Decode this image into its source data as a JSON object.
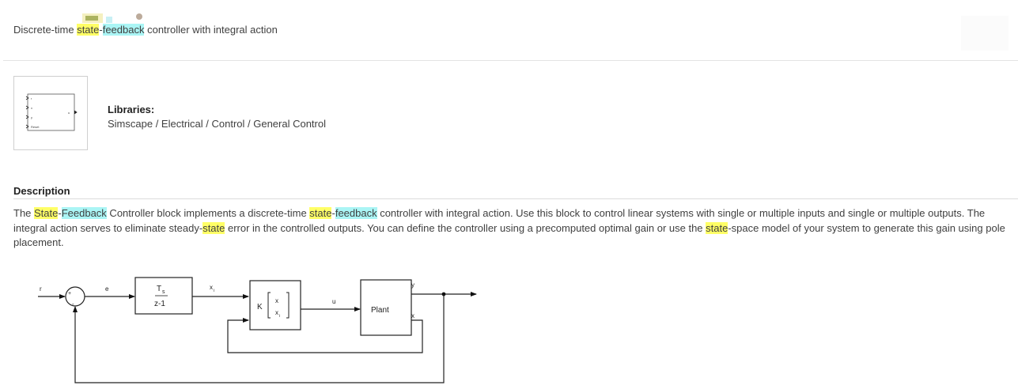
{
  "header": {
    "subtitle_parts": [
      {
        "text": "Discrete-time ",
        "hl": ""
      },
      {
        "text": "state",
        "hl": "y"
      },
      {
        "text": "-",
        "hl": ""
      },
      {
        "text": "feedback",
        "hl": "c"
      },
      {
        "text": " controller with integral action",
        "hl": ""
      }
    ]
  },
  "block_icon": {
    "ports": [
      "r",
      "x",
      "y",
      "Reset"
    ],
    "output_port": "u"
  },
  "libraries": {
    "heading": "Libraries:",
    "path": "Simscape / Electrical / Control / General Control"
  },
  "description": {
    "heading": "Description",
    "parts": [
      {
        "text": "The ",
        "hl": ""
      },
      {
        "text": "State",
        "hl": "y"
      },
      {
        "text": "-",
        "hl": ""
      },
      {
        "text": "Feedback",
        "hl": "c"
      },
      {
        "text": " Controller block implements a discrete-time ",
        "hl": ""
      },
      {
        "text": "state",
        "hl": "y"
      },
      {
        "text": "-",
        "hl": ""
      },
      {
        "text": "feedback",
        "hl": "c"
      },
      {
        "text": " controller with integral action. Use this block to control linear systems with single or multiple inputs and single or multiple outputs. The integral action serves to eliminate steady-",
        "hl": ""
      },
      {
        "text": "state",
        "hl": "y"
      },
      {
        "text": " error in the controlled outputs. You can define the controller using a precomputed optimal gain or use the ",
        "hl": ""
      },
      {
        "text": "state",
        "hl": "y"
      },
      {
        "text": "-space model of your system to generate this gain using pole placement.",
        "hl": ""
      }
    ]
  },
  "diagram": {
    "r": "r",
    "e": "e",
    "plus": "+",
    "minus": "-",
    "integrator_num": "T",
    "integrator_sub": "s",
    "integrator_den": "z-1",
    "xi_label": "x",
    "xi_sub": "i",
    "gain_k": "K",
    "gain_top": "x",
    "gain_bottom": "x",
    "gain_bottom_sub": "i",
    "u": "u",
    "plant": "Plant",
    "y": "y",
    "x": "x"
  }
}
